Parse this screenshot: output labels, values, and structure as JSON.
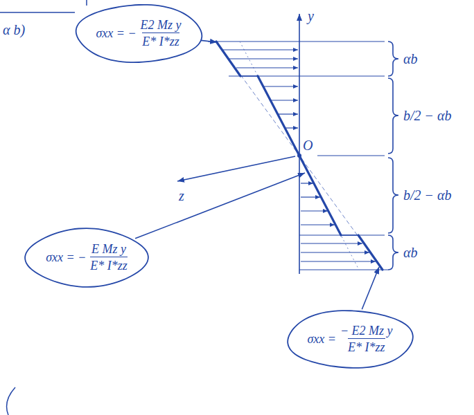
{
  "diagram": {
    "nodes": [
      {
        "text": [
          "σxx = −",
          "E2 Mz y",
          "E* I*zz"
        ]
      },
      {
        "text": [
          "σxx = −",
          "E Mz y",
          "E* I*zz"
        ]
      },
      {
        "text": [
          "σxx =",
          "− E2 Mz y",
          "E* I*zz"
        ]
      }
    ],
    "labels": [
      "α b)",
      "y",
      "z",
      "O",
      "αb",
      "b/2 − αb",
      "b/2 − αb",
      "αb"
    ]
  }
}
